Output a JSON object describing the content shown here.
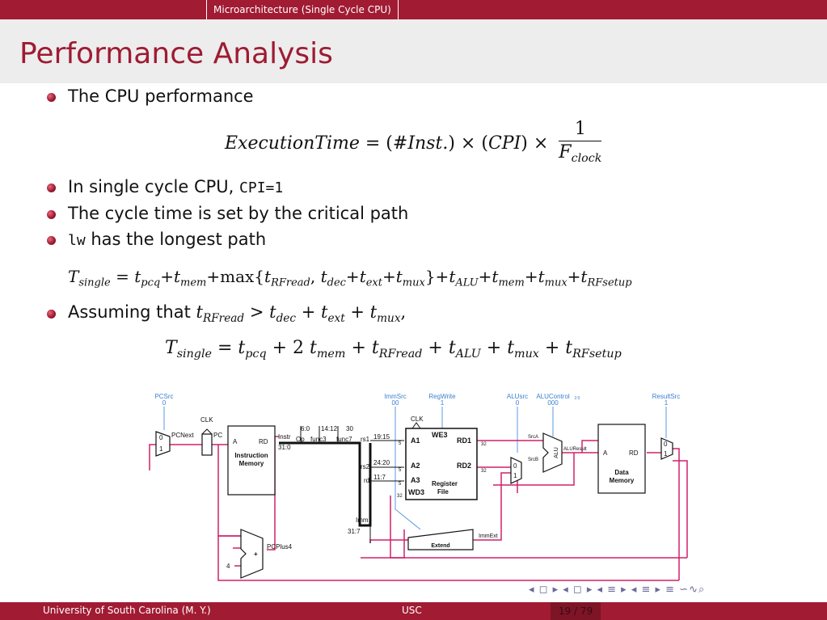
{
  "header": {
    "section": "Microarchitecture (Single Cycle CPU)"
  },
  "slide": {
    "title": "Performance Analysis"
  },
  "bullets": {
    "b1": "The CPU performance",
    "b2_text": "In single cycle CPU, ",
    "b2_code": "CPI=1",
    "b3": "The cycle time is set by the critical path",
    "b4_code": "lw",
    "b4_text": " has the longest path",
    "b5_text": "Assuming that "
  },
  "diagram": {
    "signals": {
      "pcsrc": "PCSrc",
      "pcsrc_val": "0",
      "immsrc": "ImmSrc",
      "immsrc_val": "00",
      "regwrite": "RegWrite",
      "regwrite_val": "1",
      "alusrc": "ALUsrc",
      "alusrc_val": "0",
      "alucontrol": "ALUControl",
      "alucontrol_sub": "2:0",
      "alucontrol_val": "000",
      "resultsrc": "ResultSrc",
      "resultsrc_val": "1"
    },
    "labels": {
      "clk": "CLK",
      "pcnext": "PCNext",
      "pc": "PC",
      "a": "A",
      "rd": "RD",
      "imem1": "Instruction",
      "imem2": "Memory",
      "instr": "Instr",
      "bits31_0": "31:0",
      "op": "Op",
      "func3": "func3",
      "func7": "func7",
      "f6_0": "6:0",
      "f14_12": "14:12",
      "f30": "30",
      "rs1": "rs1",
      "b19_15": "19:15",
      "rs2": "rs2",
      "b24_20": "24:20",
      "rd_f": "rd",
      "b11_7": "11:7",
      "imm": "Imm",
      "b31_7": "31:7",
      "a1": "A1",
      "a2": "A2",
      "a3": "A3",
      "we3": "WE3",
      "wd3": "WD3",
      "rd1": "RD1",
      "rd2": "RD2",
      "rf1": "Register",
      "rf2": "File",
      "w5": "5",
      "w32": "32",
      "srca": "SrcA",
      "srcb": "SrcB",
      "alu": "ALU",
      "aluresult": "ALUResult",
      "dmem1": "Data",
      "dmem2": "Memory",
      "immext": "ImmExt",
      "extend": "Extend",
      "pcplus4": "PCPlus4",
      "four": "4",
      "plus": "+",
      "m0": "0",
      "m1": "1"
    }
  },
  "nav": {
    "symbols": "◂ ◻ ▸ ◂ ◻ ▸ ◂ ≡ ▸ ◂ ≡ ▸   ≡   ∽∿⌕"
  },
  "footer": {
    "left": "University of South Carolina  (M. Y.)",
    "center": "USC",
    "page": "19 / 79"
  },
  "colors": {
    "brand": "#a11b33",
    "wire_pink": "#d0206a",
    "control_blue": "#3a7fd0"
  }
}
